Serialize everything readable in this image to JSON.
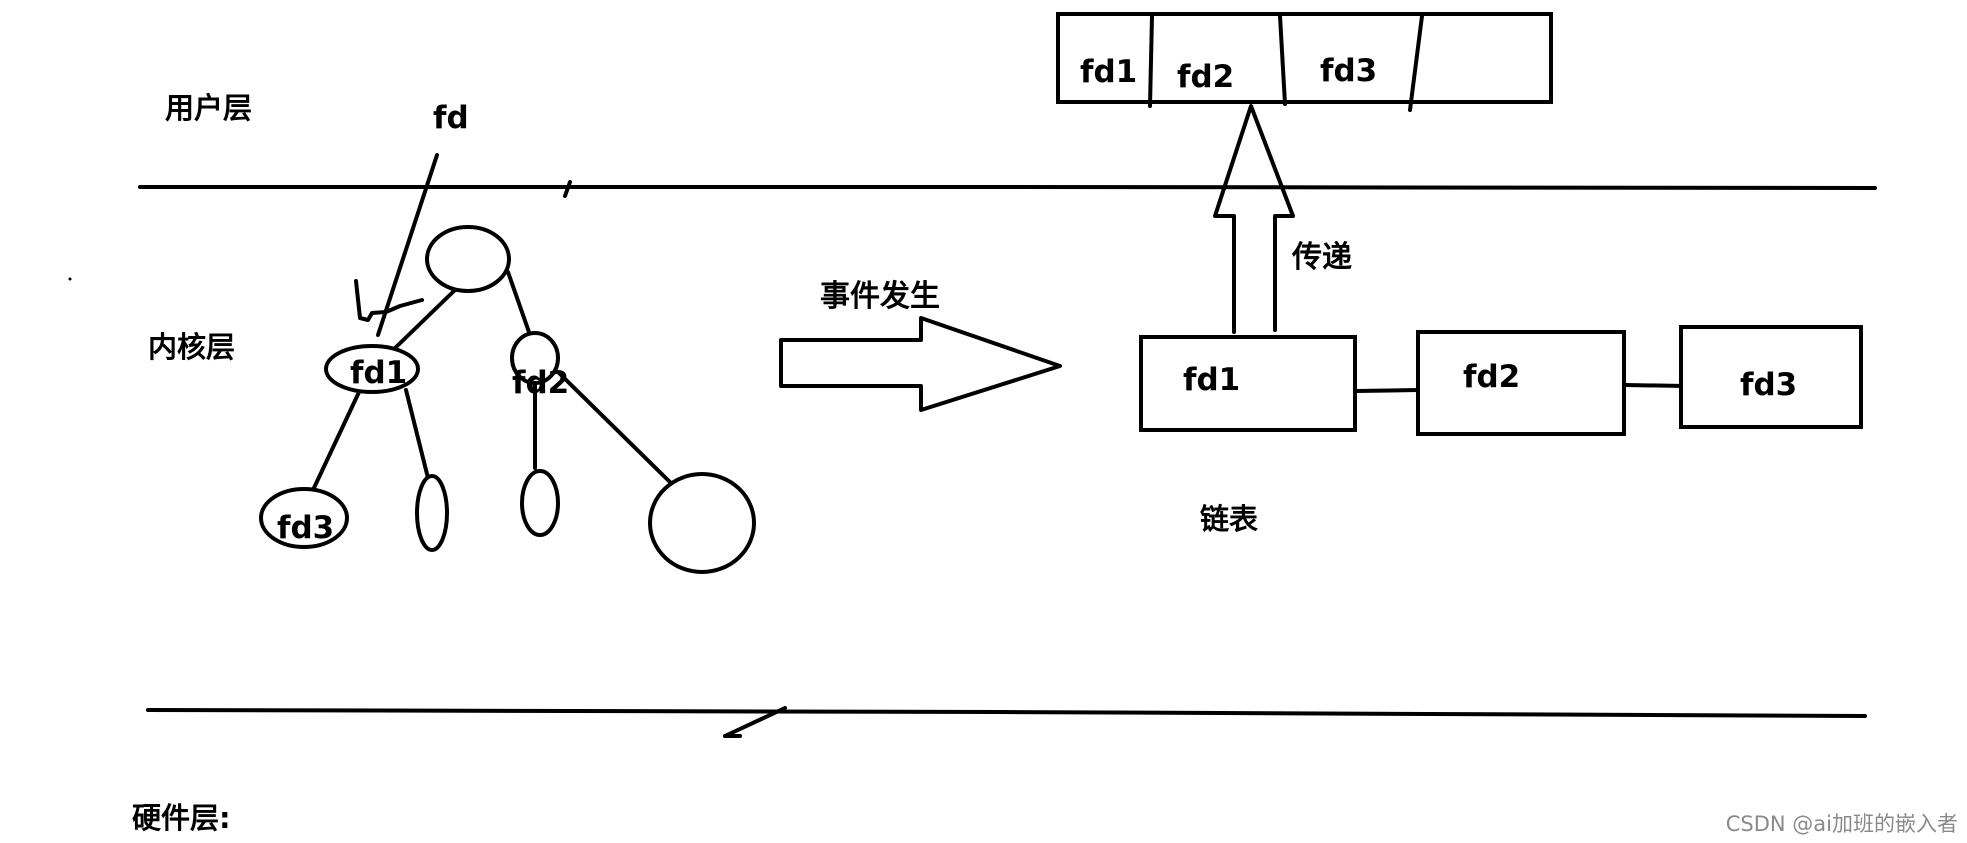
{
  "layers": {
    "user": "用户层",
    "kernel": "内核层",
    "hardware": "硬件层:"
  },
  "user_fd_label": "fd",
  "tree": {
    "node_fd1": "fd1",
    "node_fd2": "fd2",
    "node_fd3": "fd3"
  },
  "event_arrow_label": "事件发生",
  "transfer_arrow_label": "传递",
  "user_array": [
    "fd1",
    "fd2",
    "fd3"
  ],
  "linked_list": {
    "nodes": [
      "fd1",
      "fd2",
      "fd3"
    ],
    "caption": "链表"
  },
  "watermark": "CSDN @ai加班的嵌入者",
  "colors": {
    "ink": "#000000",
    "background": "#ffffff",
    "watermark": "#8a8a8a"
  }
}
